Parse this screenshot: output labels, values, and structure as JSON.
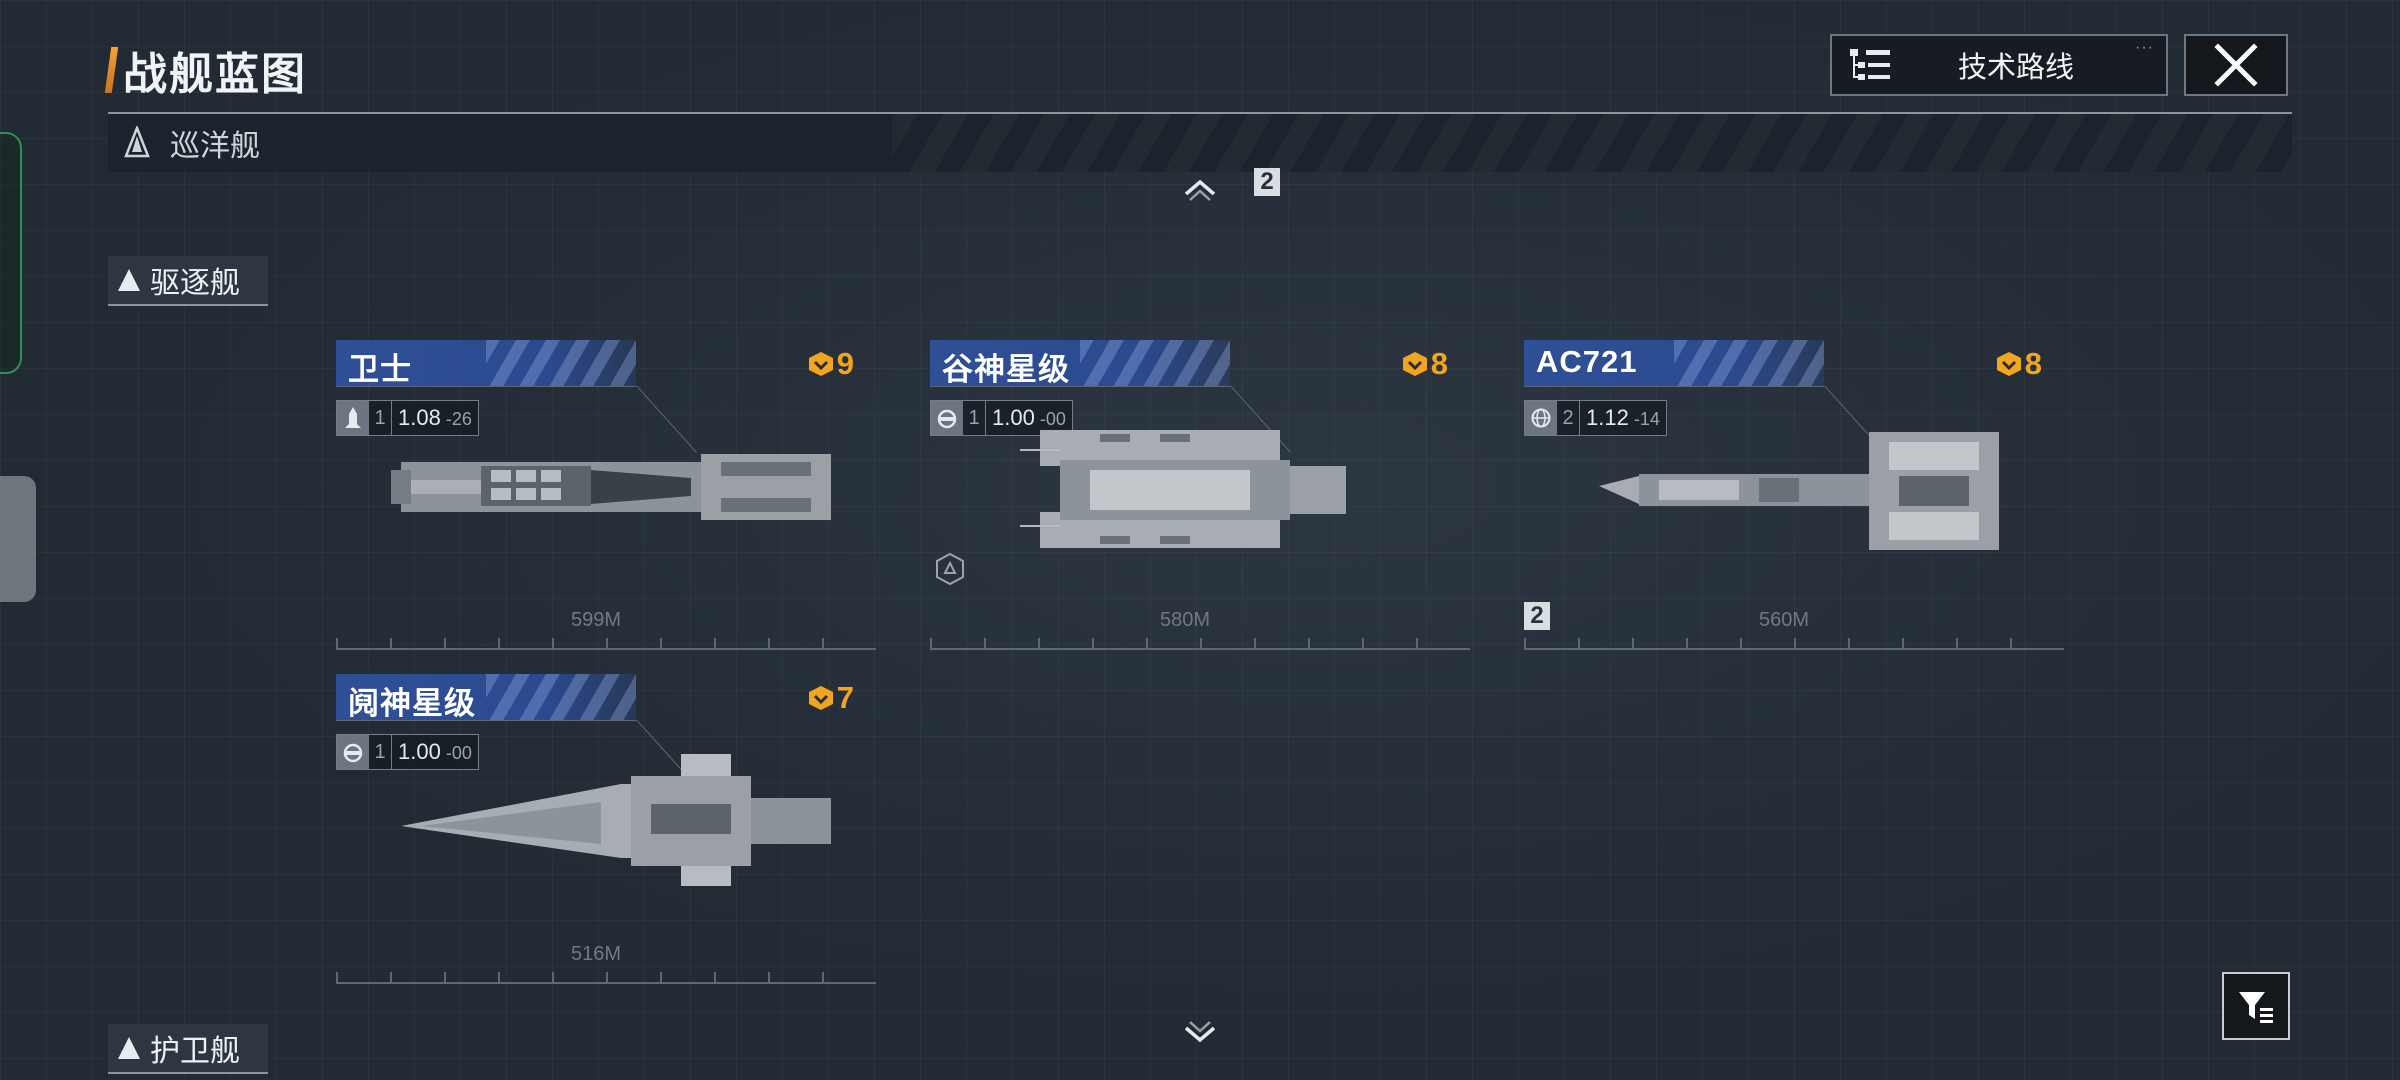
{
  "header": {
    "title": "战舰蓝图",
    "tech_route_label": "技术路线"
  },
  "categories": {
    "cruiser": "巡洋舰",
    "destroyer": "驱逐舰",
    "frigate": "护卫舰"
  },
  "ships": [
    {
      "name": "卫士",
      "cost": "9",
      "tier": "1",
      "version": "1.08",
      "sub": "26",
      "length": "599M"
    },
    {
      "name": "谷神星级",
      "cost": "8",
      "tier": "1",
      "version": "1.00",
      "sub": "00",
      "length": "580M"
    },
    {
      "name": "AC721",
      "cost": "8",
      "tier": "2",
      "version": "1.12",
      "sub": "14",
      "length": "560M"
    },
    {
      "name": "阋神星级",
      "cost": "7",
      "tier": "1",
      "version": "1.00",
      "sub": "00",
      "length": "516M"
    }
  ],
  "badges": {
    "top": "2",
    "card3": "2"
  },
  "colors": {
    "accent": "#f3a23a",
    "card_header": "#2f4f97",
    "cost": "#f2a51e"
  },
  "icons": [
    "tech-tree-icon",
    "close-icon",
    "chevron-up-icon",
    "chevron-down-icon",
    "filter-icon",
    "cost-icon",
    "missile-icon",
    "turret-icon",
    "globe-icon",
    "hexagon-icon"
  ]
}
